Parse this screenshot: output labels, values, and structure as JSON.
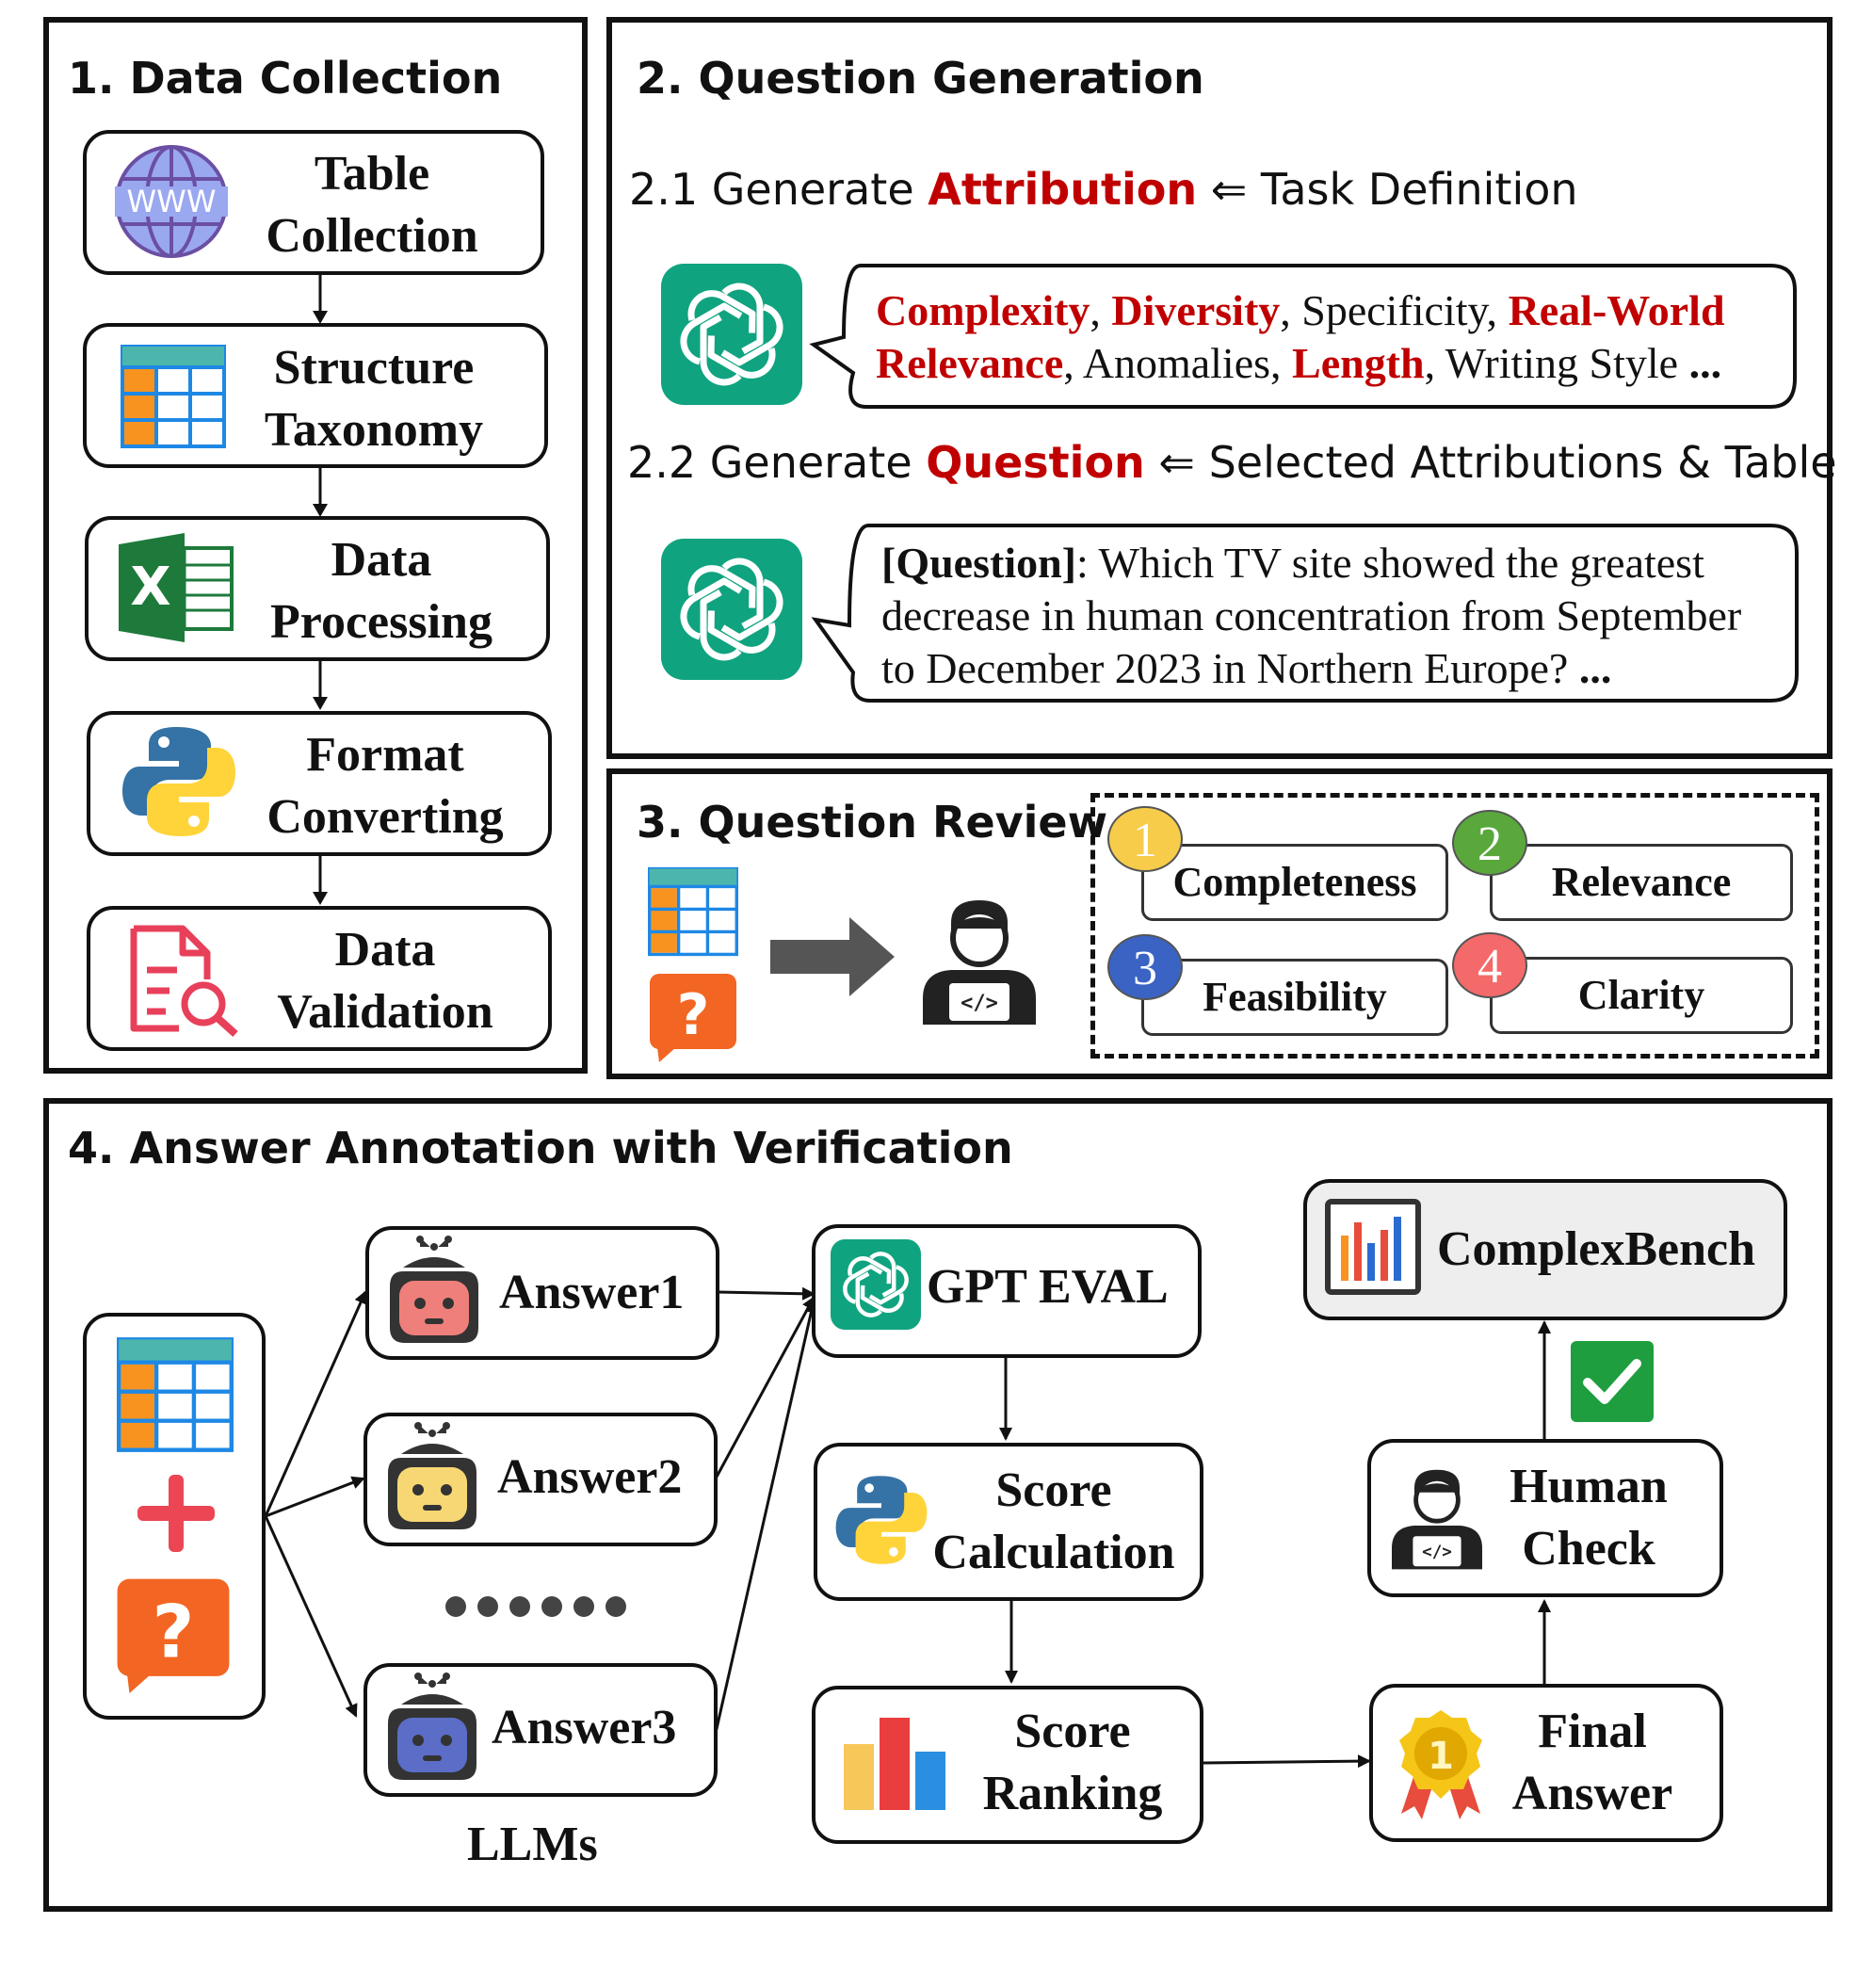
{
  "panels": {
    "p1": {
      "title": "1. Data Collection"
    },
    "p2": {
      "title": "2. Question Generation"
    },
    "p3": {
      "title": "3. Question Review"
    },
    "p4": {
      "title": "4. Answer Annotation with Verification"
    }
  },
  "collection_steps": [
    {
      "line1": "Table",
      "line2": "Collection",
      "icon": "globe-www-icon"
    },
    {
      "line1": "Structure",
      "line2": "Taxonomy",
      "icon": "table-icon"
    },
    {
      "line1": "Data",
      "line2": "Processing",
      "icon": "excel-icon"
    },
    {
      "line1": "Format",
      "line2": "Converting",
      "icon": "python-icon"
    },
    {
      "line1": "Data",
      "line2": "Validation",
      "icon": "document-search-icon"
    }
  ],
  "generation": {
    "step1": {
      "prefix": "2.1 Generate ",
      "keyword": "Attribution",
      "arrow": " ⇐ ",
      "suffix": "Task Definition"
    },
    "attrs": [
      {
        "text": "Complexity",
        "highlight": true
      },
      {
        "text": ", ",
        "highlight": false
      },
      {
        "text": "Diversity",
        "highlight": true
      },
      {
        "text": ", Specificity, ",
        "highlight": false
      },
      {
        "text": "Real-World Relevance",
        "highlight": true
      },
      {
        "text": ", Anomalies, ",
        "highlight": false
      },
      {
        "text": "Length",
        "highlight": true
      },
      {
        "text": ", Writing Style ",
        "highlight": false
      },
      {
        "text": "...",
        "highlight": false
      }
    ],
    "step2": {
      "prefix": "2.2 Generate ",
      "keyword": "Question",
      "arrow": " ⇐ ",
      "suffix": "Selected Attributions & Table"
    },
    "question_label": "[Question]",
    "question_text": ": Which TV site showed the greatest decrease in human concentration from September to December 2023 in Northern Europe? ",
    "question_ellipsis": "..."
  },
  "review": {
    "criteria": [
      {
        "num": "1",
        "label": "Completeness",
        "color": "#f6cc4a"
      },
      {
        "num": "2",
        "label": "Relevance",
        "color": "#5aa83c"
      },
      {
        "num": "3",
        "label": "Feasibility",
        "color": "#3a63c4"
      },
      {
        "num": "4",
        "label": "Clarity",
        "color": "#f46a6a"
      }
    ]
  },
  "annotation": {
    "answers": [
      "Answer1",
      "Answer2",
      "Answer3"
    ],
    "llms_label": "LLMs",
    "gpt_eval": "GPT EVAL",
    "score_calc": {
      "line1": "Score",
      "line2": "Calculation"
    },
    "score_rank": {
      "line1": "Score",
      "line2": "Ranking"
    },
    "final": {
      "line1": "Final",
      "line2": "Answer"
    },
    "human": {
      "line1": "Human",
      "line2": "Check"
    },
    "bench": "ComplexBench",
    "plus_icon": "plus-icon",
    "question_icon": "question-bubble-icon",
    "check_icon": "checkmark-icon"
  },
  "colors": {
    "red": "#c00000",
    "gpt_green": "#10a37f",
    "table_blue": "#1e88e5",
    "table_orange": "#f7931e",
    "question_orange": "#f26522",
    "check_green": "#1e9e3e"
  }
}
